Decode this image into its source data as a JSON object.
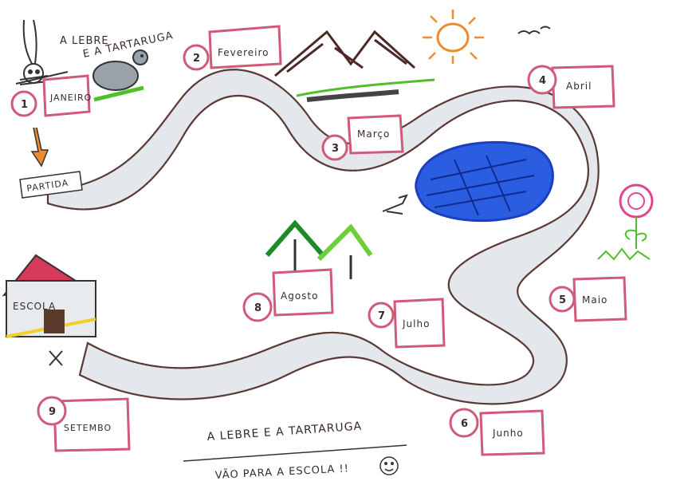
{
  "title": {
    "line1": "A LEBRE",
    "line2": "E A TARTARUGA"
  },
  "start_label": "PARTIDA",
  "school_label": "ESCOLA",
  "footer": {
    "line1": "A LEBRE E A TARTARUGA",
    "line2": "VÃO PARA A ESCOLA !!"
  },
  "months": [
    {
      "number": "1",
      "label": "JANEIRO"
    },
    {
      "number": "2",
      "label": "Fevereiro"
    },
    {
      "number": "3",
      "label": "Março"
    },
    {
      "number": "4",
      "label": "Abril"
    },
    {
      "number": "5",
      "label": "Maio"
    },
    {
      "number": "6",
      "label": "Junho"
    },
    {
      "number": "7",
      "label": "Julho"
    },
    {
      "number": "8",
      "label": "Agosto"
    },
    {
      "number": "9",
      "label": "SETEMBO"
    }
  ],
  "icons": [
    "hare-icon",
    "tortoise-icon",
    "mountains-icon",
    "sun-icon",
    "birds-icon",
    "lake-icon",
    "duck-icon",
    "flower-icon",
    "trees-icon",
    "school-icon",
    "arrow-down-icon",
    "finish-x-icon",
    "smiley-icon"
  ],
  "colors": {
    "road": "#e4e7eb",
    "outline": "#5a3a36",
    "box": "#d05a78",
    "lake": "#1b3fbf",
    "sun": "#f08a2e",
    "grass": "#4fbf2a"
  }
}
